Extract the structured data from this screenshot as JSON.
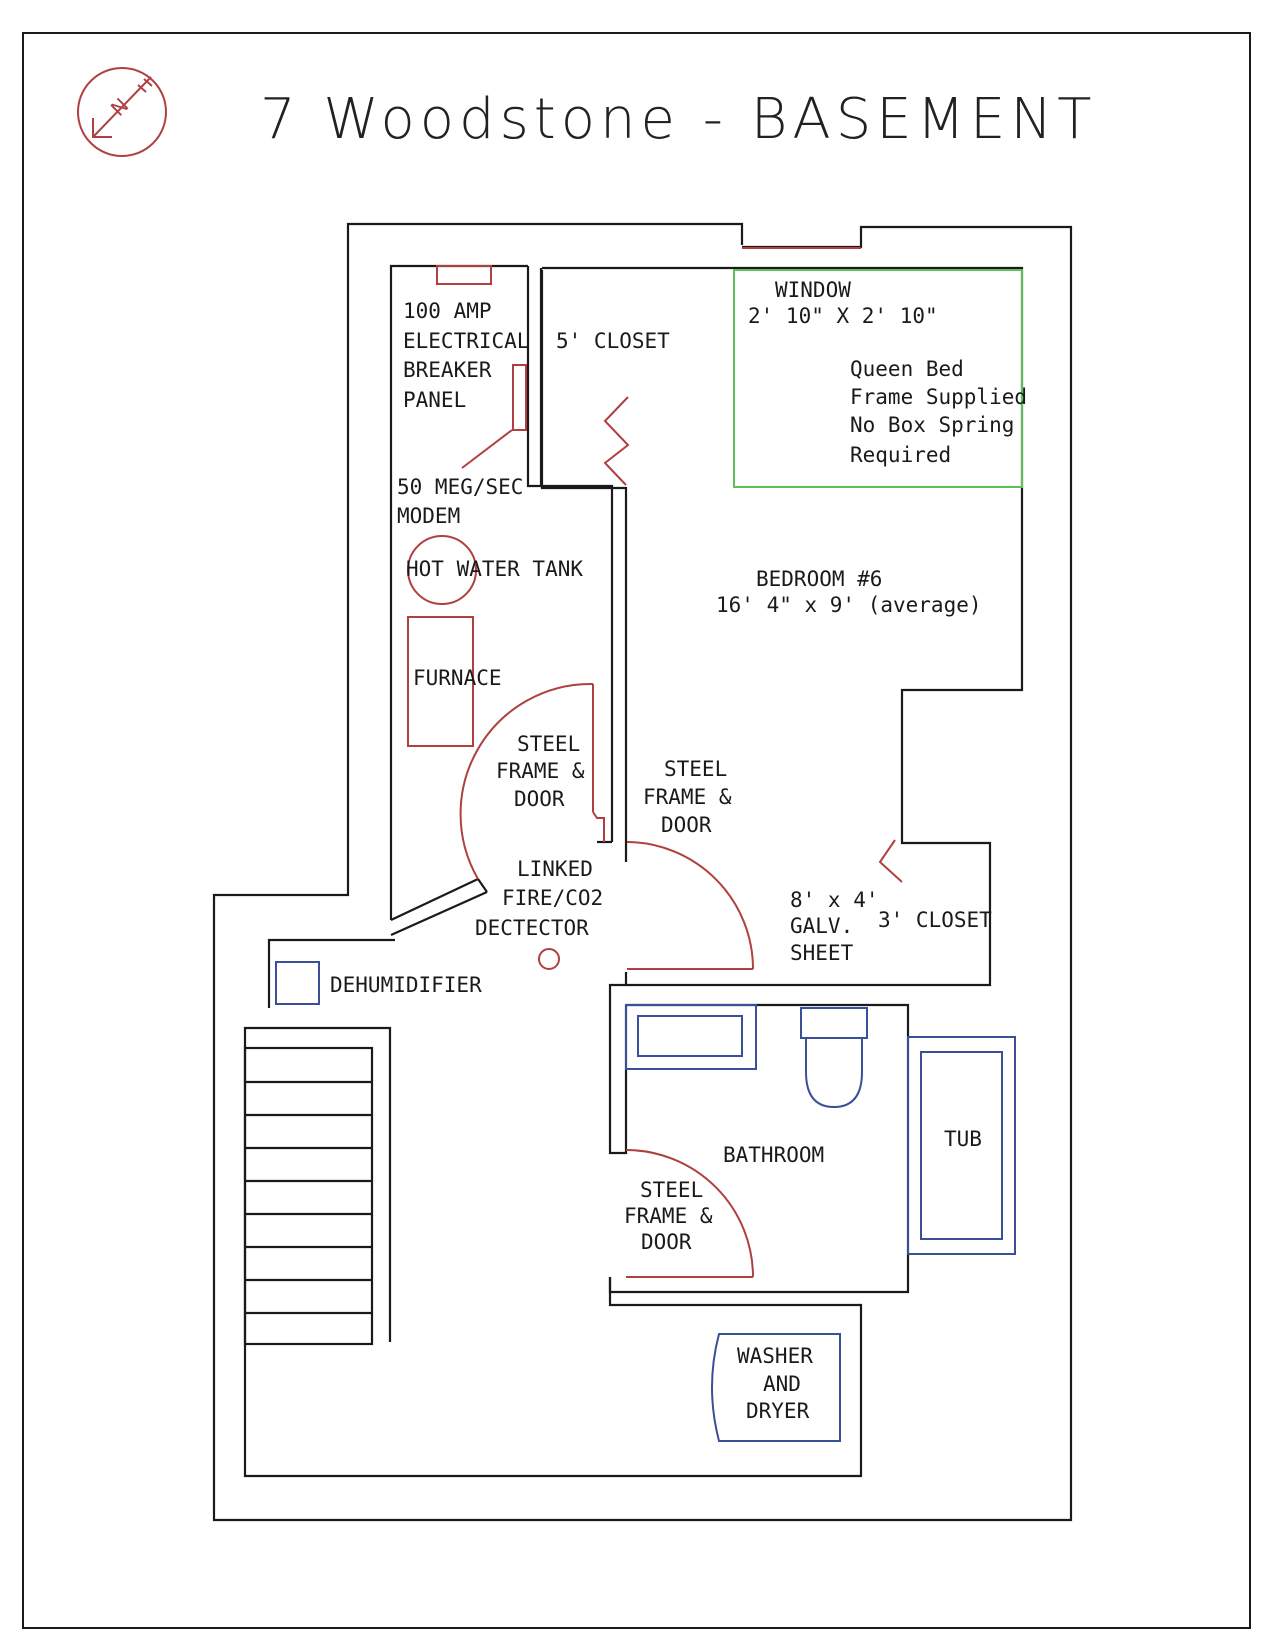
{
  "title": "7 Woodstone - BASEMENT",
  "colors": {
    "walls": "#1a1a1a",
    "doors_and_fixtures": "#b04040",
    "plumbing_and_appliances": "#3a4f9a",
    "bed": "#5cbf5c"
  },
  "compass": {
    "icon": "north-arrow-icon",
    "letter": "N"
  },
  "labels": {
    "electrical_panel": [
      "100 AMP",
      "ELECTRICAL",
      "BREAKER",
      "PANEL"
    ],
    "closet_5": "5' CLOSET",
    "window": [
      "WINDOW",
      "2' 10\" X 2' 10\""
    ],
    "bed": [
      "Queen Bed",
      "Frame Supplied",
      "No Box Spring",
      "Required"
    ],
    "modem": [
      "50 MEG/SEC",
      "MODEM"
    ],
    "hot_water_tank": "HOT WATER TANK",
    "bedroom": [
      "BEDROOM #6",
      "16' 4\" x 9' (average)"
    ],
    "furnace": "FURNACE",
    "door_furnace_room": [
      "STEEL",
      "FRAME &",
      "DOOR"
    ],
    "door_bedroom": [
      "STEEL",
      "FRAME &",
      "DOOR"
    ],
    "detector": [
      "LINKED",
      "FIRE/CO2",
      "DECTECTOR"
    ],
    "galv_sheet": [
      "8' x 4'",
      "GALV.",
      "SHEET"
    ],
    "closet_3": "3' CLOSET",
    "dehumidifier": "DEHUMIDIFIER",
    "bathroom": "BATHROOM",
    "tub": "TUB",
    "door_bathroom": [
      "STEEL",
      "FRAME &",
      "DOOR"
    ],
    "laundry": [
      "WASHER",
      "AND",
      "DRYER"
    ]
  }
}
